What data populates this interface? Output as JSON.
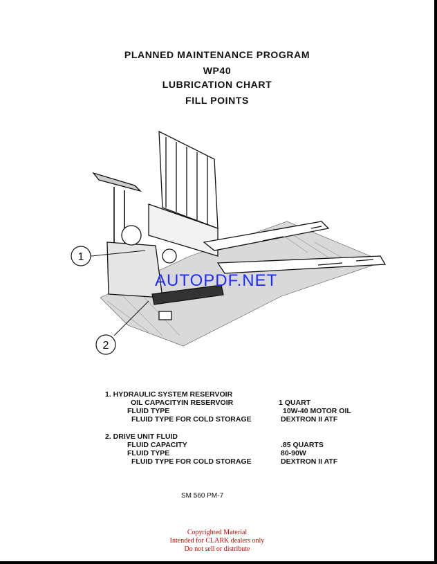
{
  "header": {
    "line1": "PLANNED MAINTENANCE PROGRAM",
    "line2": "WP40",
    "line3": "LUBRICATION CHART",
    "line4": "FILL POINTS"
  },
  "diagram": {
    "callout_1": "1",
    "callout_2": "2"
  },
  "watermark": "AUTOPDF.NET",
  "specs": {
    "item1": {
      "heading": "1.  HYDRAULIC  SYSTEM  RESERVOIR",
      "rows": [
        {
          "label": "OIL CAPACITYIN RESERVOIR",
          "value": "1 QUART"
        },
        {
          "label": "FLUID TYPE",
          "value": "10W-40 MOTOR OIL"
        },
        {
          "label": "FLUID TYPE FOR COLD STORAGE",
          "value": "DEXTRON II ATF"
        }
      ]
    },
    "item2": {
      "heading": "2. DRIVE UNIT FLUID",
      "rows": [
        {
          "label": "FLUID CAPACITY",
          "value": ".85 QUARTS"
        },
        {
          "label": "FLUID TYPE",
          "value": "80-90W"
        },
        {
          "label": "FLUID TYPE FOR COLD STORAGE",
          "value": "DEXTRON II ATF"
        }
      ]
    }
  },
  "footer": {
    "doc_code": "SM 560 PM-7",
    "copyright_line1": "Copyrighted Material",
    "copyright_line2": "Intended for CLARK dealers only",
    "copyright_line3": "Do not sell or distribute"
  }
}
